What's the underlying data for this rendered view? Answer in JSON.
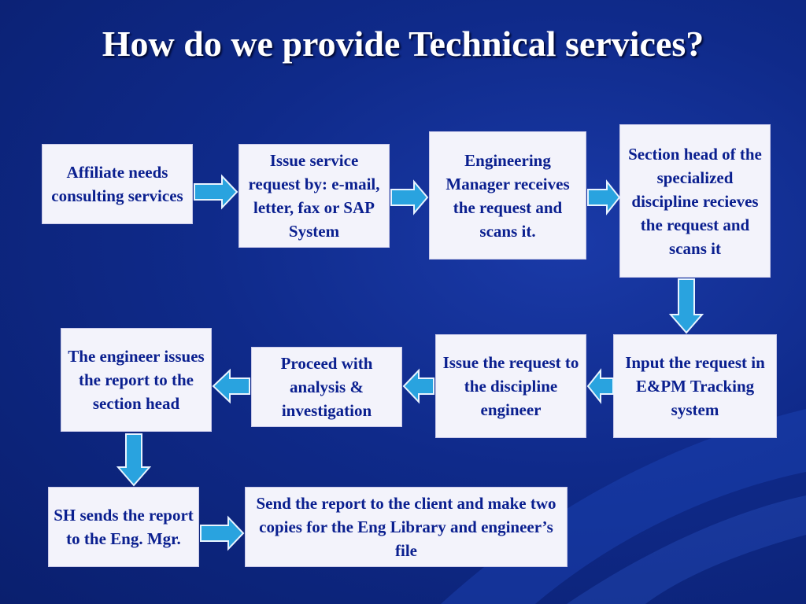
{
  "title": "How do we provide Technical services?",
  "steps": [
    {
      "text": "Affiliate needs consulting services"
    },
    {
      "text": "Issue service request by: e-mail, letter, fax or SAP System"
    },
    {
      "text": "Engineering Manager receives the request and scans it."
    },
    {
      "text": "Section head of the specialized discipline recieves the request and scans it"
    },
    {
      "text": "Input the request in E&PM Tracking system"
    },
    {
      "text": "Issue the request to the discipline engineer"
    },
    {
      "text": "Proceed with analysis & investigation"
    },
    {
      "text": "The engineer issues the report to the section head"
    },
    {
      "text": "SH sends the report to the Eng. Mgr."
    },
    {
      "text": "Send the report to the client and make two copies for the Eng Library and engineer’s file"
    }
  ],
  "colors": {
    "background": "#0f2a8a",
    "box_fill": "#f3f3fb",
    "box_text": "#0a1f8f",
    "arrow_fill": "#29a3df",
    "arrow_stroke": "#e8f4ff"
  }
}
